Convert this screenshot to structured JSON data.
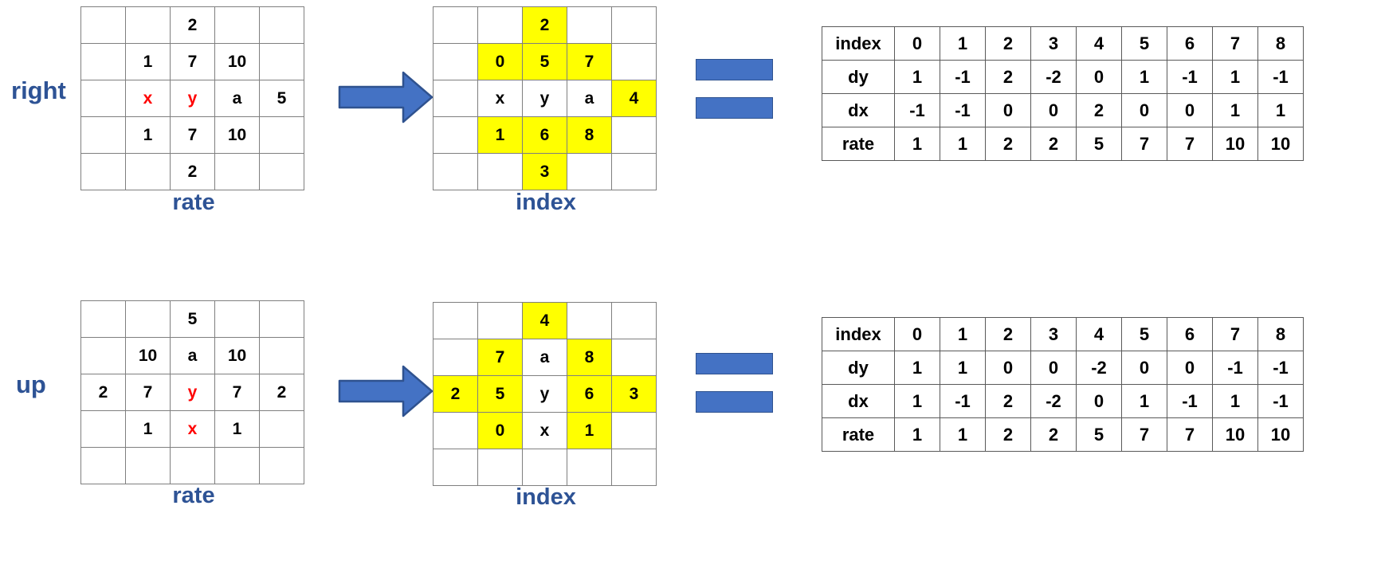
{
  "rows": [
    {
      "direction_label": "right",
      "rate_grid": {
        "caption": "rate",
        "cells": [
          [
            {
              "t": "",
              "hl": false,
              "red": false
            },
            {
              "t": "",
              "hl": false,
              "red": false
            },
            {
              "t": "2",
              "hl": false,
              "red": false
            },
            {
              "t": "",
              "hl": false,
              "red": false
            },
            {
              "t": "",
              "hl": false,
              "red": false
            }
          ],
          [
            {
              "t": "",
              "hl": false,
              "red": false
            },
            {
              "t": "1",
              "hl": false,
              "red": false
            },
            {
              "t": "7",
              "hl": false,
              "red": false
            },
            {
              "t": "10",
              "hl": false,
              "red": false
            },
            {
              "t": "",
              "hl": false,
              "red": false
            }
          ],
          [
            {
              "t": "",
              "hl": false,
              "red": false
            },
            {
              "t": "x",
              "hl": false,
              "red": true
            },
            {
              "t": "y",
              "hl": false,
              "red": true
            },
            {
              "t": "a",
              "hl": false,
              "red": false
            },
            {
              "t": "5",
              "hl": false,
              "red": false
            }
          ],
          [
            {
              "t": "",
              "hl": false,
              "red": false
            },
            {
              "t": "1",
              "hl": false,
              "red": false
            },
            {
              "t": "7",
              "hl": false,
              "red": false
            },
            {
              "t": "10",
              "hl": false,
              "red": false
            },
            {
              "t": "",
              "hl": false,
              "red": false
            }
          ],
          [
            {
              "t": "",
              "hl": false,
              "red": false
            },
            {
              "t": "",
              "hl": false,
              "red": false
            },
            {
              "t": "2",
              "hl": false,
              "red": false
            },
            {
              "t": "",
              "hl": false,
              "red": false
            },
            {
              "t": "",
              "hl": false,
              "red": false
            }
          ]
        ]
      },
      "index_grid": {
        "caption": "index",
        "cells": [
          [
            {
              "t": "",
              "hl": false,
              "red": false
            },
            {
              "t": "",
              "hl": false,
              "red": false
            },
            {
              "t": "2",
              "hl": true,
              "red": false
            },
            {
              "t": "",
              "hl": false,
              "red": false
            },
            {
              "t": "",
              "hl": false,
              "red": false
            }
          ],
          [
            {
              "t": "",
              "hl": false,
              "red": false
            },
            {
              "t": "0",
              "hl": true,
              "red": false
            },
            {
              "t": "5",
              "hl": true,
              "red": false
            },
            {
              "t": "7",
              "hl": true,
              "red": false
            },
            {
              "t": "",
              "hl": false,
              "red": false
            }
          ],
          [
            {
              "t": "",
              "hl": false,
              "red": false
            },
            {
              "t": "x",
              "hl": false,
              "red": false
            },
            {
              "t": "y",
              "hl": false,
              "red": false
            },
            {
              "t": "a",
              "hl": false,
              "red": false
            },
            {
              "t": "4",
              "hl": true,
              "red": false
            }
          ],
          [
            {
              "t": "",
              "hl": false,
              "red": false
            },
            {
              "t": "1",
              "hl": true,
              "red": false
            },
            {
              "t": "6",
              "hl": true,
              "red": false
            },
            {
              "t": "8",
              "hl": true,
              "red": false
            },
            {
              "t": "",
              "hl": false,
              "red": false
            }
          ],
          [
            {
              "t": "",
              "hl": false,
              "red": false
            },
            {
              "t": "",
              "hl": false,
              "red": false
            },
            {
              "t": "3",
              "hl": true,
              "red": false
            },
            {
              "t": "",
              "hl": false,
              "red": false
            },
            {
              "t": "",
              "hl": false,
              "red": false
            }
          ]
        ]
      },
      "table": {
        "rows": [
          {
            "head": "index",
            "values": [
              "0",
              "1",
              "2",
              "3",
              "4",
              "5",
              "6",
              "7",
              "8"
            ]
          },
          {
            "head": "dy",
            "values": [
              "1",
              "-1",
              "2",
              "-2",
              "0",
              "1",
              "-1",
              "1",
              "-1"
            ]
          },
          {
            "head": "dx",
            "values": [
              "-1",
              "-1",
              "0",
              "0",
              "2",
              "0",
              "0",
              "1",
              "1"
            ]
          },
          {
            "head": "rate",
            "values": [
              "1",
              "1",
              "2",
              "2",
              "5",
              "7",
              "7",
              "10",
              "10"
            ]
          }
        ]
      }
    },
    {
      "direction_label": "up",
      "rate_grid": {
        "caption": "rate",
        "cells": [
          [
            {
              "t": "",
              "hl": false,
              "red": false
            },
            {
              "t": "",
              "hl": false,
              "red": false
            },
            {
              "t": "5",
              "hl": false,
              "red": false
            },
            {
              "t": "",
              "hl": false,
              "red": false
            },
            {
              "t": "",
              "hl": false,
              "red": false
            }
          ],
          [
            {
              "t": "",
              "hl": false,
              "red": false
            },
            {
              "t": "10",
              "hl": false,
              "red": false
            },
            {
              "t": "a",
              "hl": false,
              "red": false
            },
            {
              "t": "10",
              "hl": false,
              "red": false
            },
            {
              "t": "",
              "hl": false,
              "red": false
            }
          ],
          [
            {
              "t": "2",
              "hl": false,
              "red": false
            },
            {
              "t": "7",
              "hl": false,
              "red": false
            },
            {
              "t": "y",
              "hl": false,
              "red": true
            },
            {
              "t": "7",
              "hl": false,
              "red": false
            },
            {
              "t": "2",
              "hl": false,
              "red": false
            }
          ],
          [
            {
              "t": "",
              "hl": false,
              "red": false
            },
            {
              "t": "1",
              "hl": false,
              "red": false
            },
            {
              "t": "x",
              "hl": false,
              "red": true
            },
            {
              "t": "1",
              "hl": false,
              "red": false
            },
            {
              "t": "",
              "hl": false,
              "red": false
            }
          ],
          [
            {
              "t": "",
              "hl": false,
              "red": false
            },
            {
              "t": "",
              "hl": false,
              "red": false
            },
            {
              "t": "",
              "hl": false,
              "red": false
            },
            {
              "t": "",
              "hl": false,
              "red": false
            },
            {
              "t": "",
              "hl": false,
              "red": false
            }
          ]
        ]
      },
      "index_grid": {
        "caption": "index",
        "cells": [
          [
            {
              "t": "",
              "hl": false,
              "red": false
            },
            {
              "t": "",
              "hl": false,
              "red": false
            },
            {
              "t": "4",
              "hl": true,
              "red": false
            },
            {
              "t": "",
              "hl": false,
              "red": false
            },
            {
              "t": "",
              "hl": false,
              "red": false
            }
          ],
          [
            {
              "t": "",
              "hl": false,
              "red": false
            },
            {
              "t": "7",
              "hl": true,
              "red": false
            },
            {
              "t": "a",
              "hl": false,
              "red": false
            },
            {
              "t": "8",
              "hl": true,
              "red": false
            },
            {
              "t": "",
              "hl": false,
              "red": false
            }
          ],
          [
            {
              "t": "2",
              "hl": true,
              "red": false
            },
            {
              "t": "5",
              "hl": true,
              "red": false
            },
            {
              "t": "y",
              "hl": false,
              "red": false
            },
            {
              "t": "6",
              "hl": true,
              "red": false
            },
            {
              "t": "3",
              "hl": true,
              "red": false
            }
          ],
          [
            {
              "t": "",
              "hl": false,
              "red": false
            },
            {
              "t": "0",
              "hl": true,
              "red": false
            },
            {
              "t": "x",
              "hl": false,
              "red": false
            },
            {
              "t": "1",
              "hl": true,
              "red": false
            },
            {
              "t": "",
              "hl": false,
              "red": false
            }
          ],
          [
            {
              "t": "",
              "hl": false,
              "red": false
            },
            {
              "t": "",
              "hl": false,
              "red": false
            },
            {
              "t": "",
              "hl": false,
              "red": false
            },
            {
              "t": "",
              "hl": false,
              "red": false
            },
            {
              "t": "",
              "hl": false,
              "red": false
            }
          ]
        ]
      },
      "table": {
        "rows": [
          {
            "head": "index",
            "values": [
              "0",
              "1",
              "2",
              "3",
              "4",
              "5",
              "6",
              "7",
              "8"
            ]
          },
          {
            "head": "dy",
            "values": [
              "1",
              "1",
              "0",
              "0",
              "-2",
              "0",
              "0",
              "-1",
              "-1"
            ]
          },
          {
            "head": "dx",
            "values": [
              "1",
              "-1",
              "2",
              "-2",
              "0",
              "1",
              "-1",
              "1",
              "-1"
            ]
          },
          {
            "head": "rate",
            "values": [
              "1",
              "1",
              "2",
              "2",
              "5",
              "7",
              "7",
              "10",
              "10"
            ]
          }
        ]
      }
    }
  ],
  "icons": {
    "arrow": "right-arrow-icon",
    "equals": "equals-sign-icon"
  },
  "colors": {
    "accent_blue": "#2e5395",
    "shape_blue": "#4472c4",
    "shape_blue_border": "#2f528f",
    "highlight_yellow": "#ffff00",
    "marker_red": "#ff0000",
    "grid_line": "#7f7f7f"
  }
}
